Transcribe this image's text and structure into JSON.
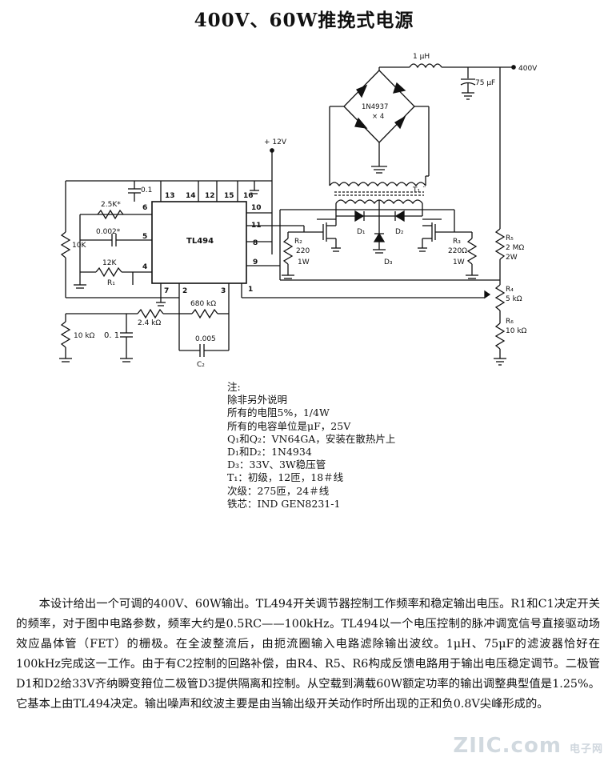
{
  "title": "400V、60W推挽式电源",
  "circuit": {
    "labels": {
      "v400": "400V",
      "inductor": "1 μH",
      "cap_out": "75 μF",
      "bridge": "1N4937",
      "bridge_count": "× 4",
      "v12": "+ 12V",
      "t1": "T₁ ¨",
      "ic": "TL494",
      "c01": "0.1",
      "r25k": "2.5K*",
      "c0002": "0.002*",
      "r12k": "12K",
      "r1": "R₁",
      "r10k": "10K",
      "r2": "R₂",
      "r2_val": "220",
      "r2_w": "1W",
      "d1": "D₁",
      "d2": "D₂",
      "d3": "D₃",
      "r3": "R₃",
      "r3_val": "220Ω",
      "r3_w": "1W",
      "r5": "R₅",
      "r5_val": "2 MΩ",
      "r5_w": "2W",
      "r4": "R₄",
      "r4_val": "5 kΩ",
      "r6": "R₆",
      "r6_val": "10 kΩ",
      "r680": "680 kΩ",
      "r24k": "2.4 kΩ",
      "r10kohm": "10 kΩ",
      "c01b": "0. 1",
      "c0005": "0.005",
      "c2": "C₂"
    },
    "pins": [
      "13",
      "14",
      "12",
      "15",
      "16",
      "6",
      "5",
      "4",
      "10",
      "11",
      "8",
      "9",
      "7",
      "2",
      "3",
      "1"
    ]
  },
  "notes": [
    "注:",
    "除非另外说明",
    "所有的电阻5%，1/4W",
    "所有的电容单位是μF，25V",
    "Q₁和Q₂：VN64GA，安装在散热片上",
    "D₁和D₂：1N4934",
    "D₃：33V、3W稳压管",
    "T₁：初级，12匝，18＃线",
    "次级：275匝，24＃线",
    "铁芯：IND  GEN8231-1"
  ],
  "paragraph": "本设计给出一个可调的400V、60W输出。TL494开关调节器控制工作频率和稳定输出电压。R1和C1决定开关的频率，对于图中电路参数，频率大约是0.5RC——100kHz。TL494以一个电压控制的脉冲调宽信号直接驱动场效应晶体管（FET）的栅极。在全波整流后，由扼流圈输入电路滤除输出波纹。1μH、75μF的滤波器恰好在100kHz完成这一工作。由于有C2控制的回路补偿，由R4、R5、R6构成反馈电路用于输出电压稳定调节。二极管D1和D2给33V齐纳瞬变箝位二极管D3提供隔离和控制。从空载到满载60W额定功率的输出调整典型值是1.25%。它基本上由TL494决定。输出噪声和纹波主要是由当输出级开关动作时所出现的正和负0.8V尖峰形成的。",
  "watermark": {
    "main": "ZIIC.com",
    "sub": "电子网"
  }
}
